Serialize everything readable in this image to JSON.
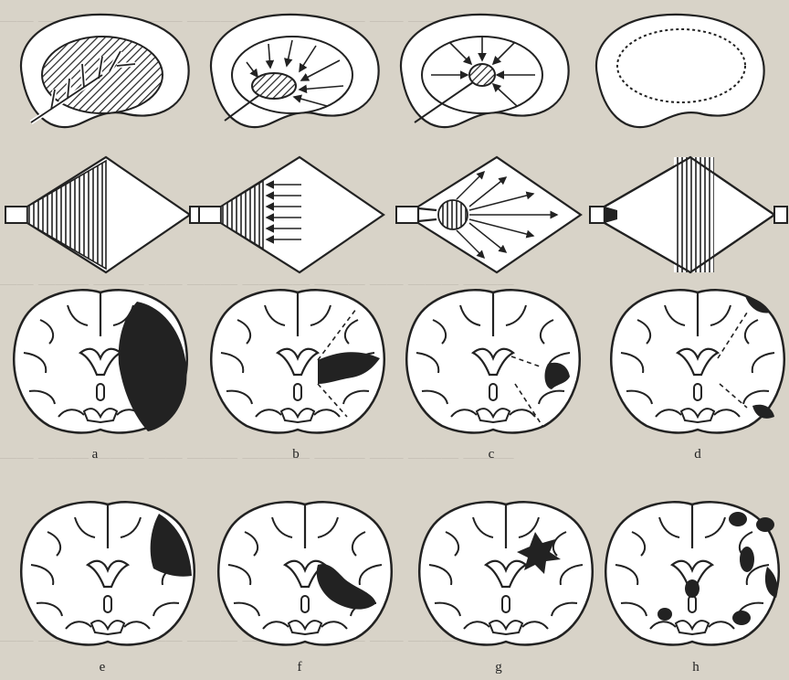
{
  "panel_labels": [
    "a",
    "b",
    "c",
    "d",
    "e",
    "f",
    "g",
    "h"
  ],
  "colors": {
    "ink": "#1f1f1f",
    "paper": "#ffffff",
    "background": "#d8d3c8"
  }
}
